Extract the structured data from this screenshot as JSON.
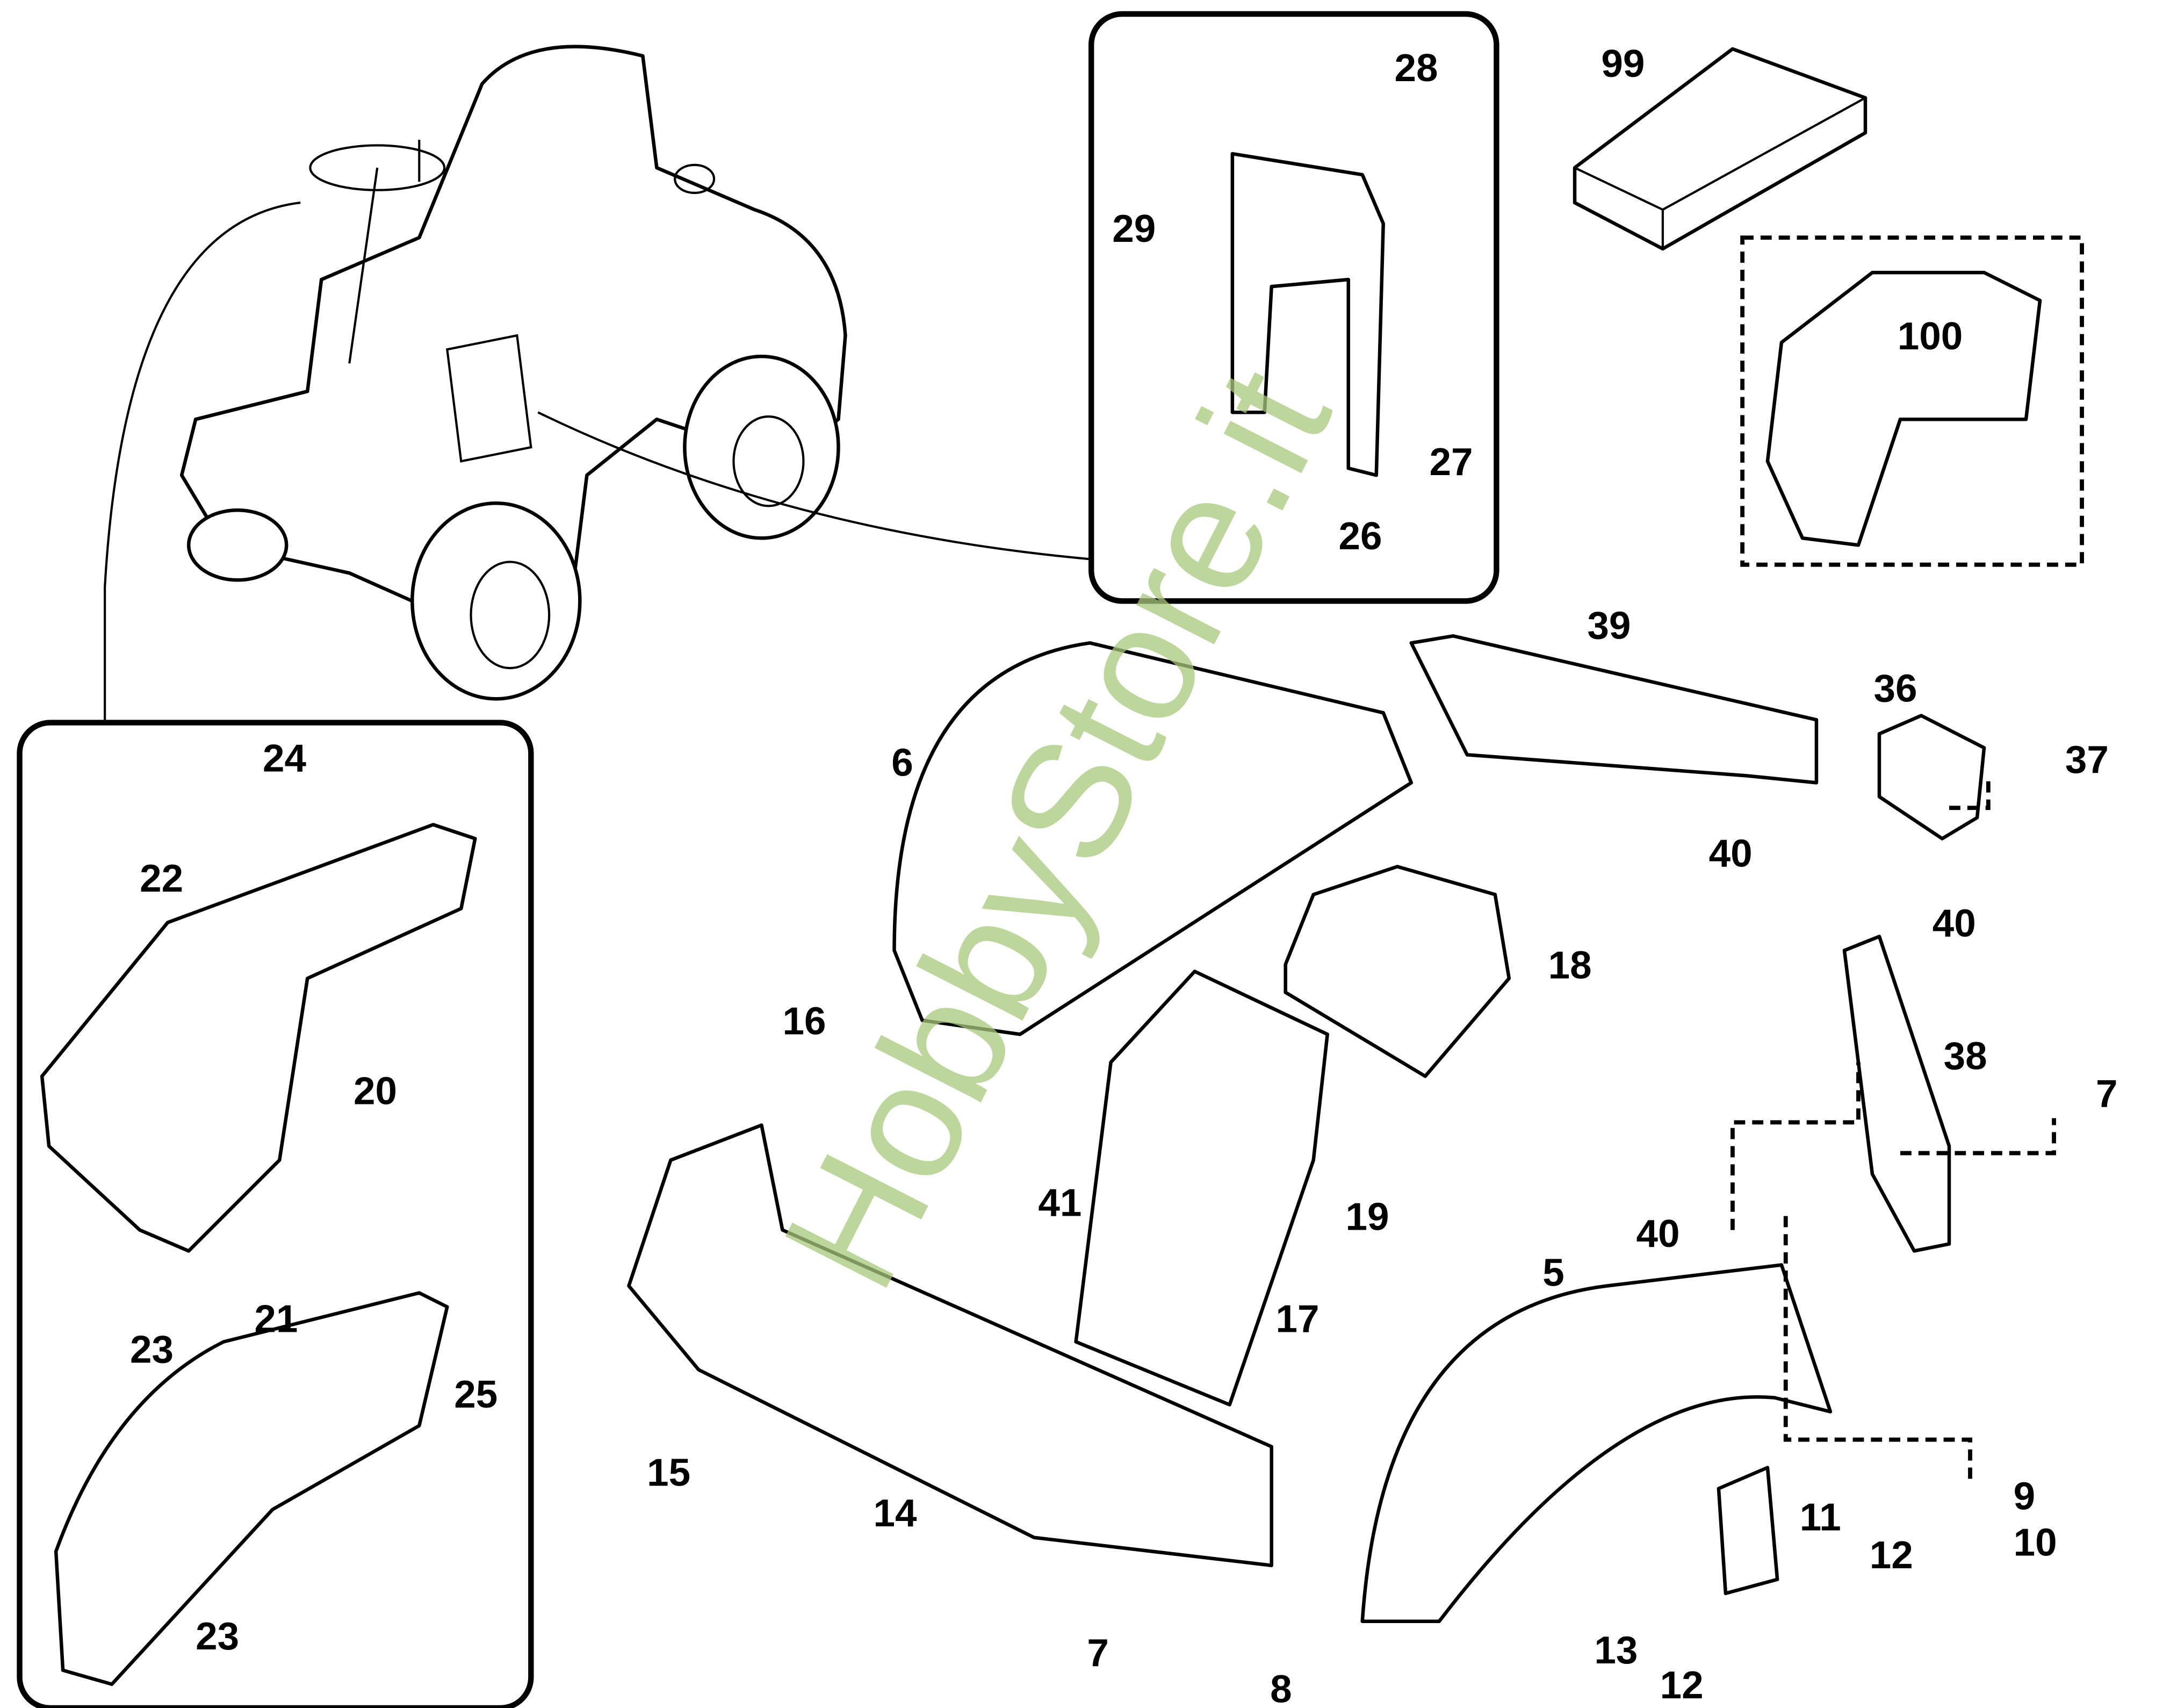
{
  "diagram": {
    "watermark": "HobbyStore.it",
    "labels": [
      "28",
      "29",
      "27",
      "26",
      "99",
      "100",
      "39",
      "36",
      "37",
      "40",
      "6",
      "16",
      "18",
      "40",
      "38",
      "7",
      "19",
      "41",
      "17",
      "40",
      "5",
      "24",
      "22",
      "20",
      "23",
      "21",
      "25",
      "23",
      "15",
      "14",
      "7",
      "8",
      "9",
      "10",
      "11",
      "12",
      "13",
      "12"
    ]
  }
}
